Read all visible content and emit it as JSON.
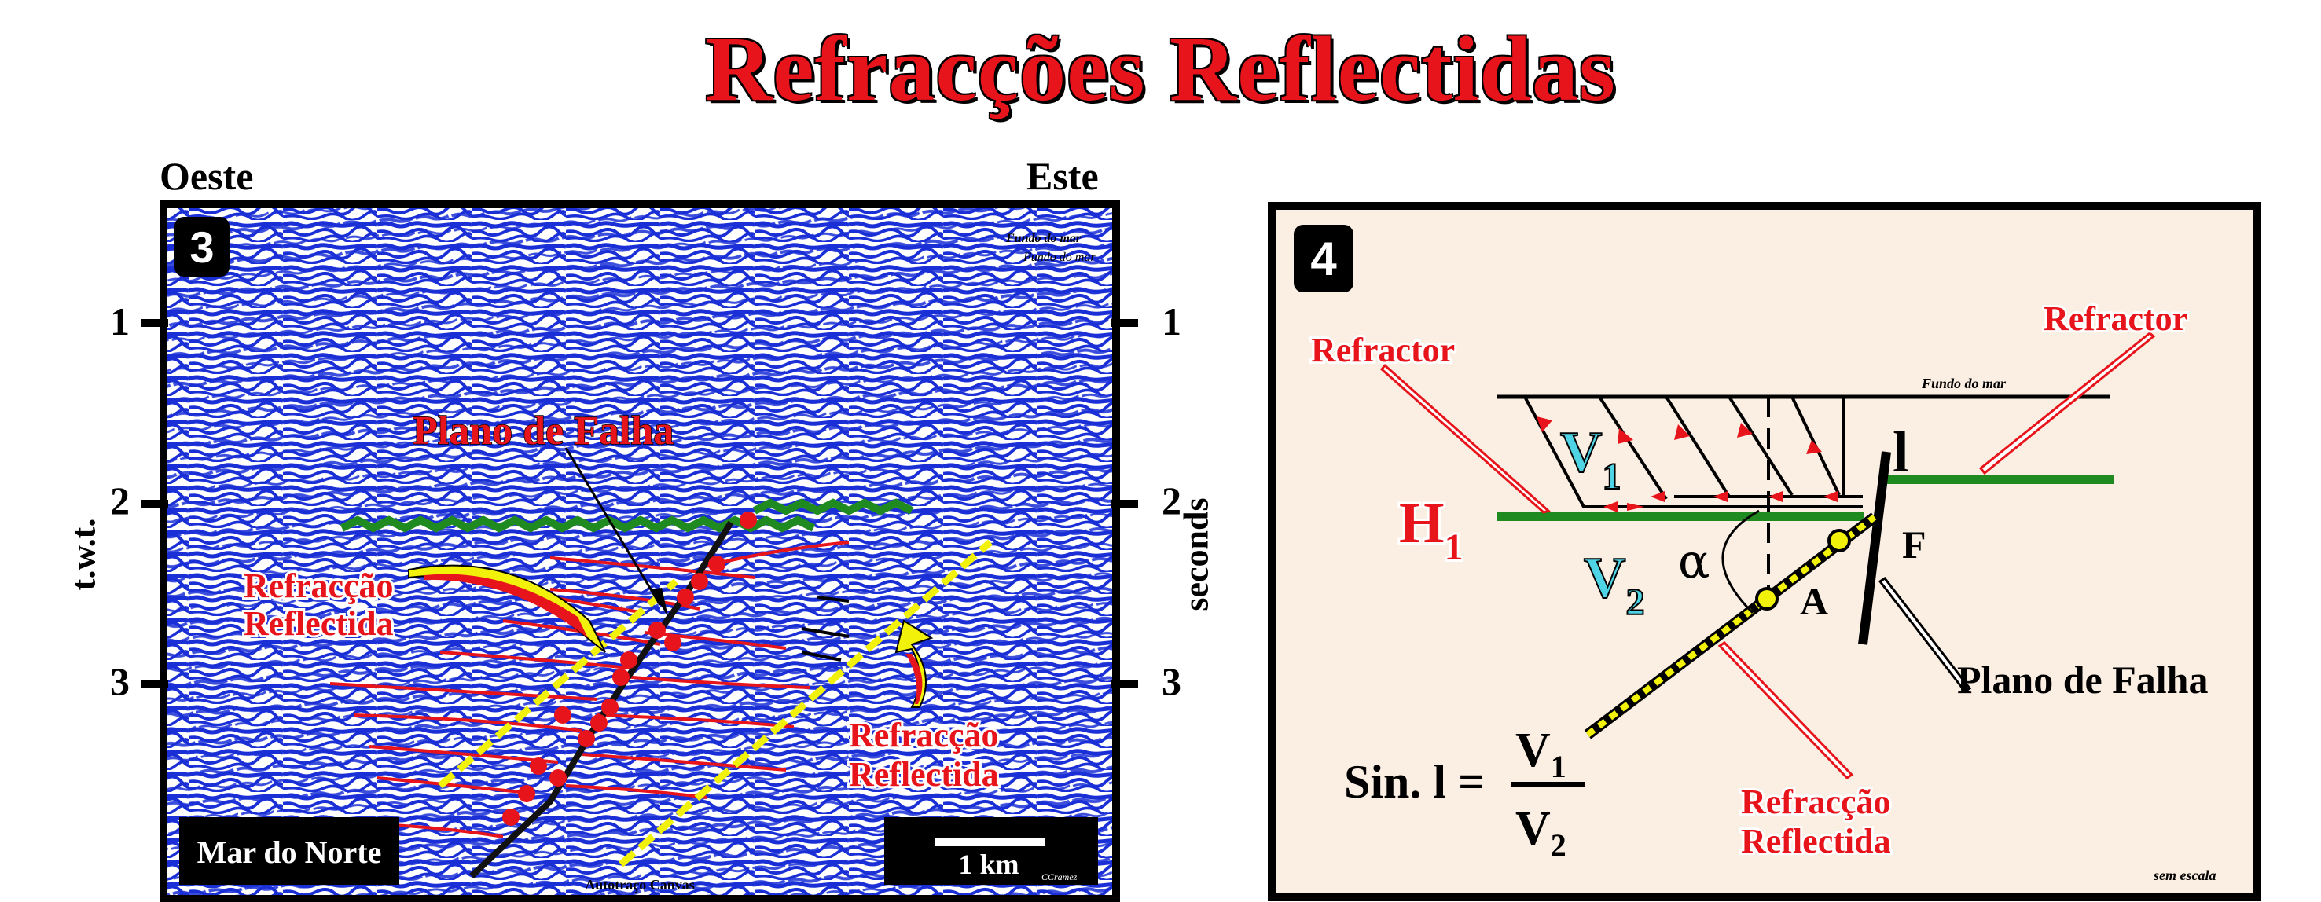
{
  "title": "Refracções Reflectidas",
  "left_panel": {
    "badge": "3",
    "west": "Oeste",
    "east": "Este",
    "left_axis_label": "t.w.t.",
    "right_axis_label": "seconds",
    "ticks": [
      "1",
      "2",
      "3"
    ],
    "label_fault": "Plano de Falha",
    "label_refraction_1a": "Refracção",
    "label_refraction_1b": "Reflectida",
    "label_refraction_2a": "Refracção",
    "label_refraction_2b": "Reflectida",
    "label_sea_floor": "Fundo do mar",
    "label_sea_floor_2": "Fundo do mar",
    "location": "Mar do Norte",
    "scale": "1 km",
    "credit": "CCramez",
    "footer": "Autotraço Canvas",
    "colors": {
      "seismic": "#1a2fd6",
      "fault": "#111111",
      "horizon": "#1f8a1f",
      "reflector": "#e8141b",
      "refraction": "#f1f10a"
    }
  },
  "right_panel": {
    "badge": "4",
    "refractor_left": "Refractor",
    "refractor_right": "Refractor",
    "sea_floor": "Fundo do mar",
    "V1": "V",
    "V1_sub": "1",
    "V2": "V",
    "V2_sub": "2",
    "H1": "H",
    "H1_sub": "1",
    "alpha": "α",
    "l": "l",
    "F": "F",
    "A": "A",
    "fault_plane": "Plano de Falha",
    "refraction_a": "Refracção",
    "refraction_b": "Reflectida",
    "formula_left": "Sin. l =",
    "formula_num": "V",
    "formula_num_sub": "1",
    "formula_den": "V",
    "formula_den_sub": "2",
    "no_scale": "sem escala",
    "background": "#fbeee2"
  }
}
